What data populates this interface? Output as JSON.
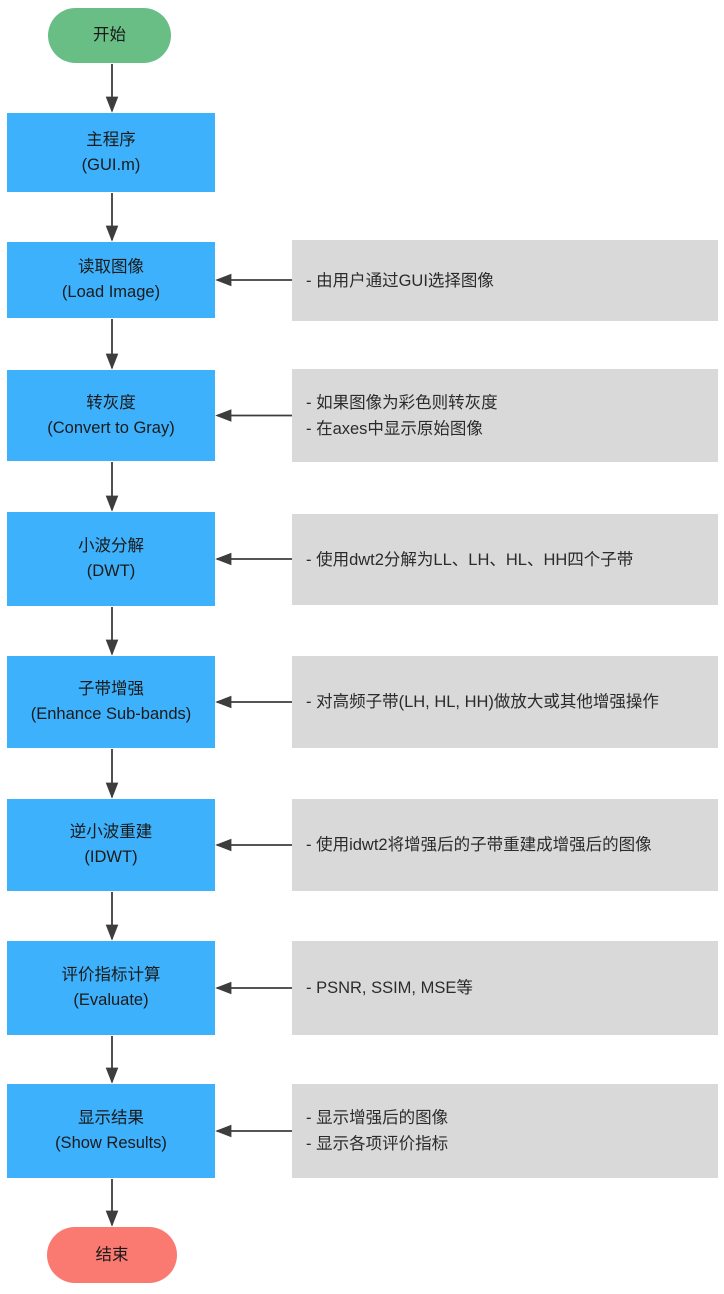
{
  "diagram": {
    "start": {
      "label": "开始"
    },
    "end": {
      "label": "结束"
    },
    "steps": [
      {
        "id": "main",
        "title": "主程序",
        "subtitle": "(GUI.m)",
        "note_lines": []
      },
      {
        "id": "load-image",
        "title": "读取图像",
        "subtitle": "(Load Image)",
        "note_lines": [
          "- 由用户通过GUI选择图像"
        ]
      },
      {
        "id": "convert-gray",
        "title": "转灰度",
        "subtitle": "(Convert to Gray)",
        "note_lines": [
          "- 如果图像为彩色则转灰度",
          "- 在axes中显示原始图像"
        ]
      },
      {
        "id": "dwt",
        "title": "小波分解",
        "subtitle": "(DWT)",
        "note_lines": [
          "- 使用dwt2分解为LL、LH、HL、HH四个子带"
        ]
      },
      {
        "id": "enhance-subbands",
        "title": "子带增强",
        "subtitle": "(Enhance Sub-bands)",
        "note_lines": [
          "- 对高频子带(LH, HL, HH)做放大或其他增强操作"
        ]
      },
      {
        "id": "idwt",
        "title": "逆小波重建",
        "subtitle": "(IDWT)",
        "note_lines": [
          "- 使用idwt2将增强后的子带重建成增强后的图像"
        ]
      },
      {
        "id": "evaluate",
        "title": "评价指标计算",
        "subtitle": "(Evaluate)",
        "note_lines": [
          "- PSNR, SSIM, MSE等"
        ]
      },
      {
        "id": "show-results",
        "title": "显示结果",
        "subtitle": "(Show Results)",
        "note_lines": [
          "- 显示增强后的图像",
          "- 显示各项评价指标"
        ]
      }
    ],
    "colors": {
      "process_fill": "#3EB1FC",
      "start_fill": "#69BE86",
      "end_fill": "#FA7A71",
      "note_fill": "#D9D9D9",
      "arrow": "#3D3D3D",
      "text": "#1A1A1A"
    }
  }
}
